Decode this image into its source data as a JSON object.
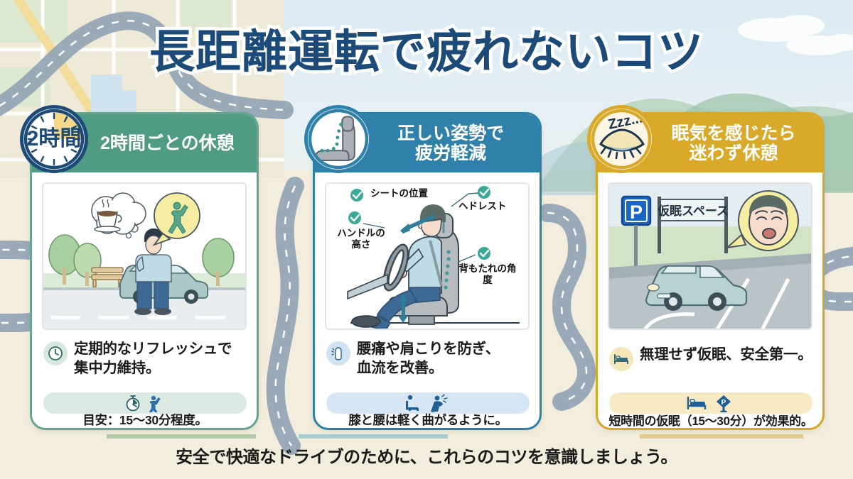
{
  "title": "長距離運転で疲れないコツ",
  "footer": "安全で快適なドライブのために、これらのコツを意識しましょう。",
  "colors": {
    "card1_accent": "#4f9b83",
    "card2_accent": "#2f81a9",
    "card3_accent": "#d9a929",
    "title": "#1c4b79",
    "page_bg": "#f2eedf"
  },
  "cards": [
    {
      "id": "card-rest-interval",
      "badge_icon": "clock-icon",
      "badge_text": "2時間",
      "heading": "2時間ごとの休憩",
      "heading_line1": "2時間ごとの休憩",
      "heading_line2": "",
      "illustration": "driver-taking-break-with-coffee-and-stretch-thought-bubbles",
      "body_icon": "clock-icon",
      "body_text_line1": "定期的なリフレッシュで",
      "body_text_line2": "集中力維持。",
      "pill_icons": [
        "stopwatch-icon",
        "stretching-person-icon"
      ],
      "note": "目安：15〜30分程度。"
    },
    {
      "id": "card-correct-posture",
      "badge_icon": "car-seat-icon",
      "badge_text": "",
      "heading": "正しい姿勢で疲労軽減",
      "heading_line1": "正しい姿勢で",
      "heading_line2": "疲労軽減",
      "illustration": "driver-seated-with-posture-checkpoints",
      "illustration_labels": [
        "シートの位置",
        "ヘドレスト",
        "ハンドルの高さ",
        "背もたれの角度"
      ],
      "body_icon": "back-pain-icon",
      "body_text_line1": "腰痛や肩こりを防ぎ、",
      "body_text_line2": "血流を改善。",
      "pill_icons": [
        "seated-person-icon",
        "back-pain-person-icon"
      ],
      "note": "膝と腰は軽く曲がるように。"
    },
    {
      "id": "card-sleepiness-rest",
      "badge_icon": "sleeping-eye-icon",
      "badge_text": "Zzz...",
      "heading": "眠気を感じたら迷わず休憩",
      "heading_line1": "眠気を感じたら",
      "heading_line2": "迷わず休憩",
      "illustration": "car-parked-at-nap-space-with-sleepy-driver",
      "illustration_labels": [
        "P",
        "仮眠スペース"
      ],
      "body_icon": "bed-icon",
      "body_text_line1": "無理せず仮眠、安全第一。",
      "body_text_line2": "",
      "pill_icons": [
        "bed-icon",
        "parking-sign-icon"
      ],
      "note": "短時間の仮眠（15〜30分）が効果的。"
    }
  ]
}
